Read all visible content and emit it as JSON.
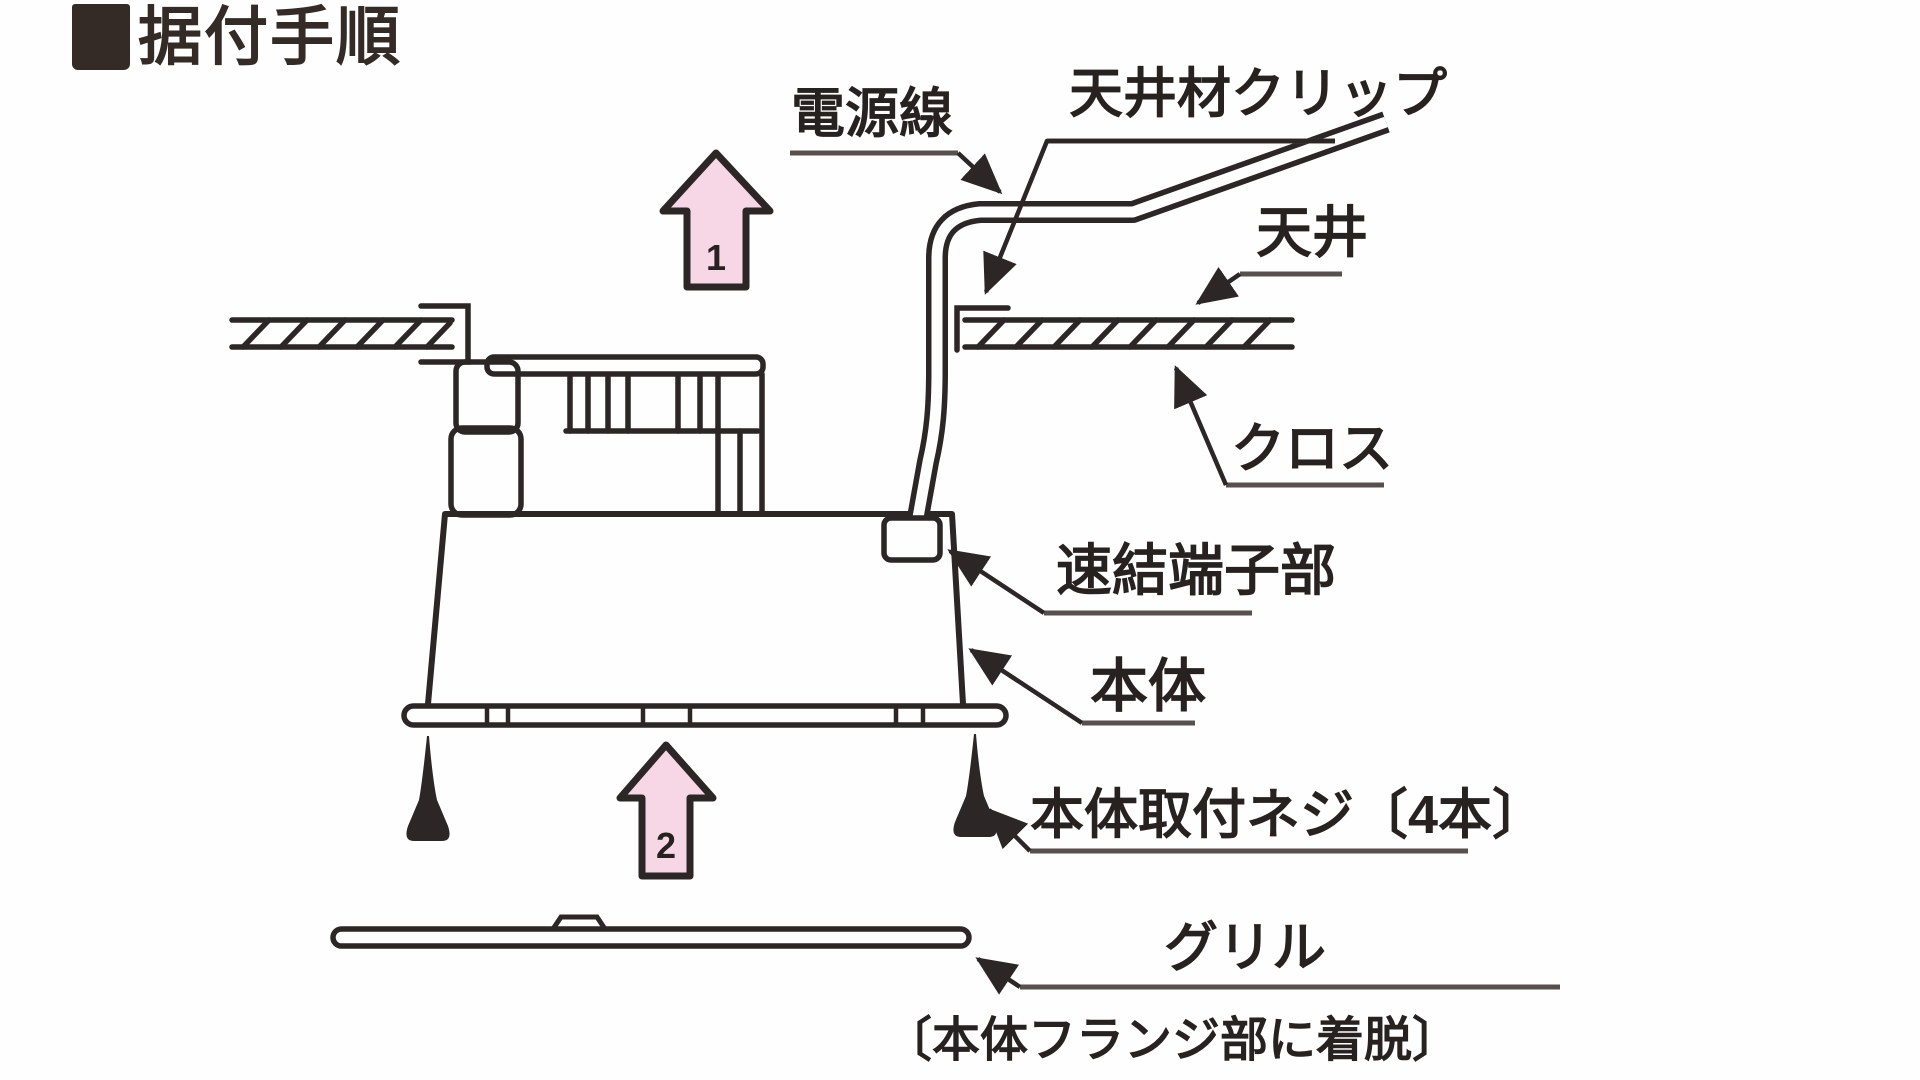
{
  "title": {
    "heading": "据付手順"
  },
  "diagram": {
    "labels": {
      "power_line": "電源線",
      "ceiling_clip": "天井材クリップ",
      "ceiling": "天井",
      "cloth": "クロス",
      "terminal": "速結端子部",
      "body": "本体",
      "screws": "本体取付ネジ〔4本〕",
      "grille": "グリル",
      "grille_note": "〔本体フランジ部に着脱〕"
    },
    "step_arrows": {
      "step1": "1",
      "step2": "2"
    },
    "colors": {
      "line": "#2c2627",
      "text": "#27211f",
      "underline": "#57504e",
      "arrow_fill": "#f7d7e6",
      "digit": "#4f4b4c"
    }
  }
}
